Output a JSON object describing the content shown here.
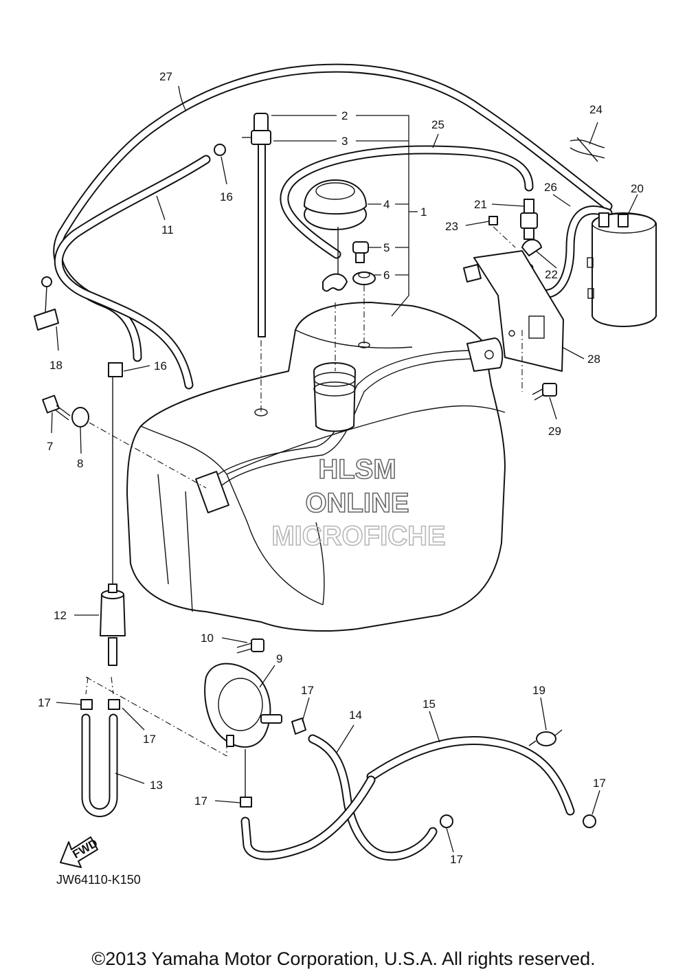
{
  "watermark": [
    "HLSM",
    "ONLINE",
    "MICROFICHE"
  ],
  "arrow_label": "FWD",
  "diagram_code": "JW64110-K150",
  "copyright": "©2013 Yamaha Motor Corporation, U.S.A. All rights reserved.",
  "callouts": [
    "1",
    "2",
    "3",
    "4",
    "5",
    "6",
    "7",
    "8",
    "9",
    "10",
    "11",
    "12",
    "13",
    "14",
    "15",
    "16",
    "16",
    "17",
    "17",
    "17",
    "17",
    "17",
    "17",
    "18",
    "19",
    "20",
    "21",
    "22",
    "23",
    "24",
    "25",
    "26",
    "27",
    "28",
    "29"
  ],
  "colors": {
    "line": "#111111",
    "watermark_dark": "#666666",
    "watermark_light": "#b5b5b5"
  }
}
